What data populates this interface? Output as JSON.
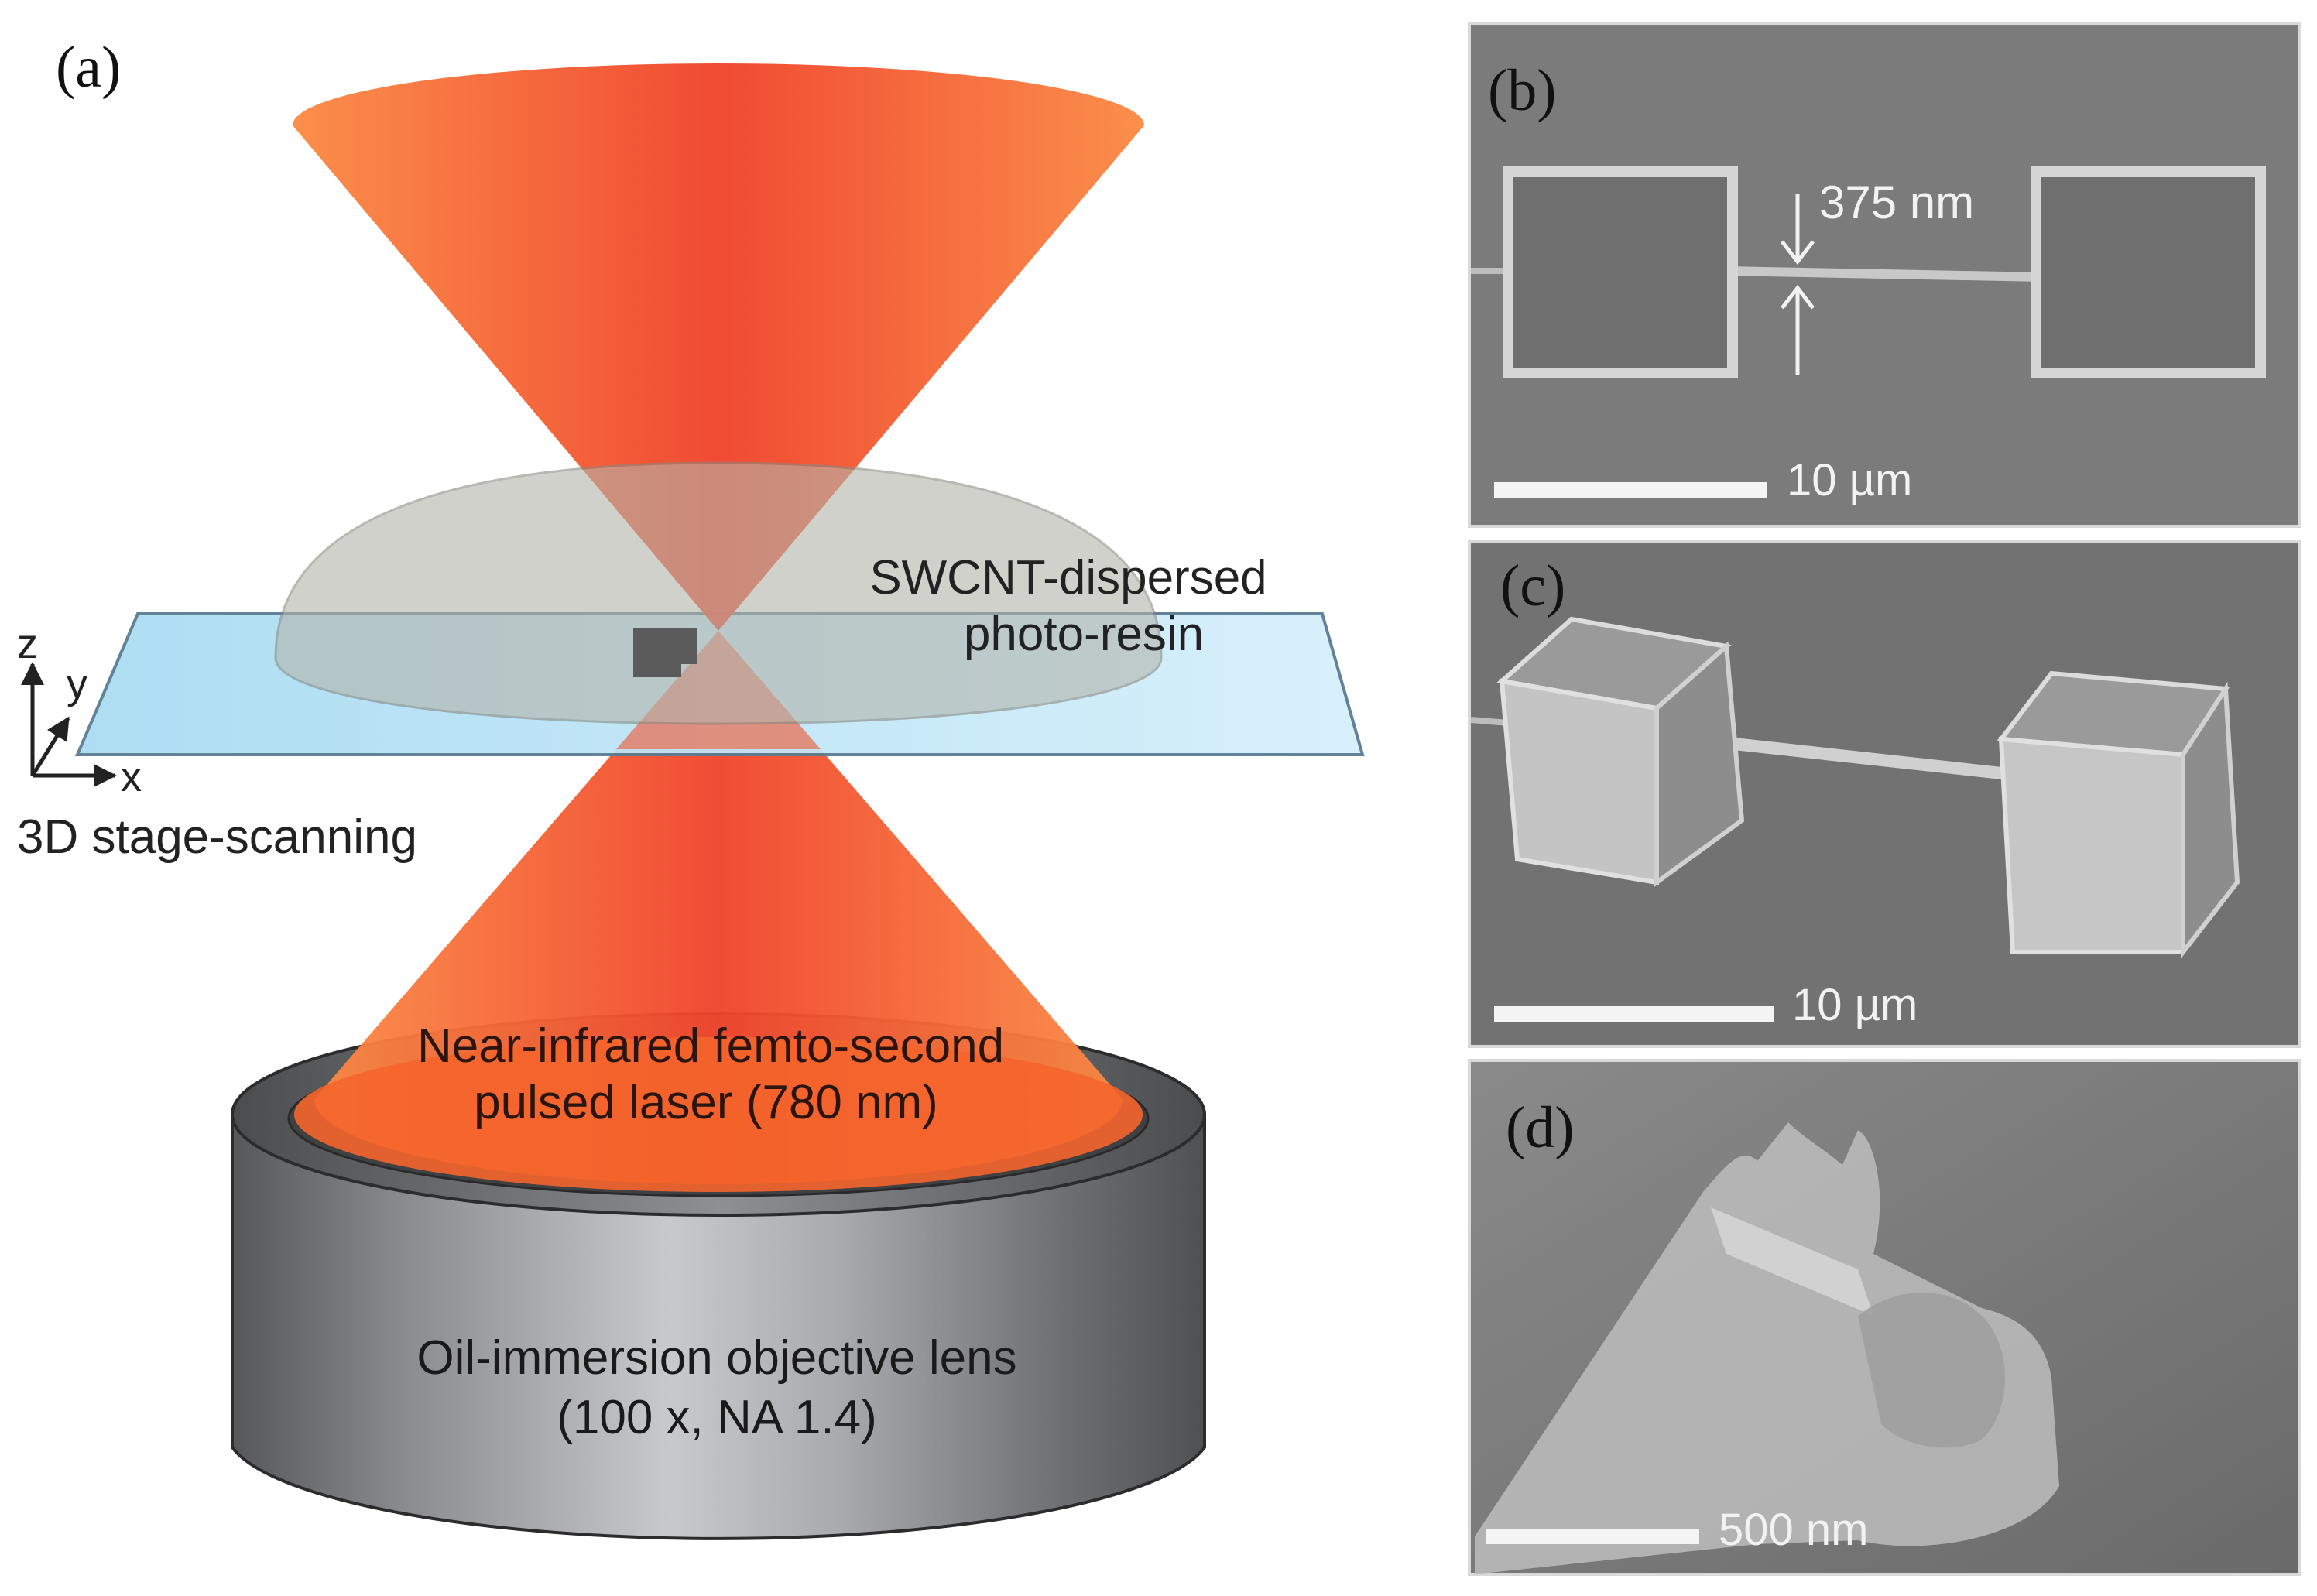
{
  "panel_a": {
    "label": "(a)",
    "resin_line1": "SWCNT-dispersed",
    "resin_line2": "photo-resin",
    "axis_z": "z",
    "axis_y": "y",
    "axis_x": "x",
    "stage_label": "3D stage-scanning",
    "laser_line1": "Near-infrared femto-second",
    "laser_line2": "pulsed laser (780 nm)",
    "lens_line1": "Oil-immersion objective lens",
    "lens_line2": "(100 x, NA 1.4)"
  },
  "panel_b": {
    "label": "(b)",
    "gap_label": "375 nm",
    "scale_label": "10 µm"
  },
  "panel_c": {
    "label": "(c)",
    "scale_label": "10 µm"
  },
  "panel_d": {
    "label": "(d)",
    "scale_label": "500 nm"
  },
  "colors": {
    "laser_orange": "#f9773f",
    "laser_red": "#f0452a",
    "glass_blue": "#bfe6f7",
    "resin_gray": "#a8a8a0",
    "lens_gray": "#8a8c90",
    "sem_background": "#7b7b7b"
  }
}
